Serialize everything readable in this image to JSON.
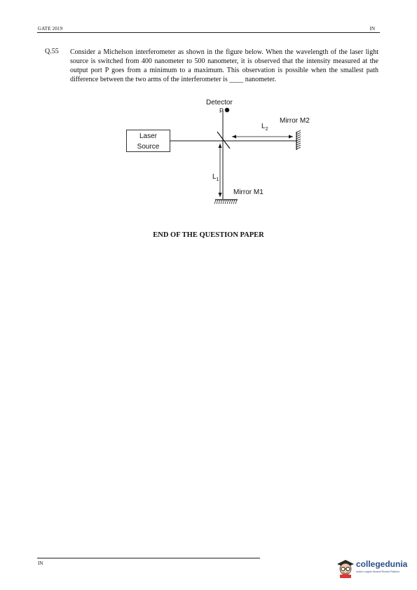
{
  "header": {
    "left": "GATE 2019",
    "right": "IN"
  },
  "question": {
    "number": "Q.55",
    "text": "Consider a Michelson interferometer as shown in the figure below. When the wavelength of the laser light source is switched from 400 nanometer to 500 nanometer, it is observed that the intensity measured at the output port P goes from a minimum to a maximum. This observation is possible when the smallest path difference between the two arms of the interferometer is ____ nanometer."
  },
  "figure": {
    "detector_label": "Detector",
    "port_label": "P",
    "laser_line1": "Laser",
    "laser_line2": "Source",
    "l2_label": "L",
    "l2_sub": "2",
    "l1_label": "L",
    "l1_sub": "1",
    "mirror_m2": "Mirror M2",
    "mirror_m1": "Mirror M1"
  },
  "end_text": "END OF THE QUESTION PAPER",
  "footer": {
    "left": "IN"
  },
  "logo": {
    "name": "collegedunia",
    "tagline": "India's Largest Student Review Platform"
  }
}
